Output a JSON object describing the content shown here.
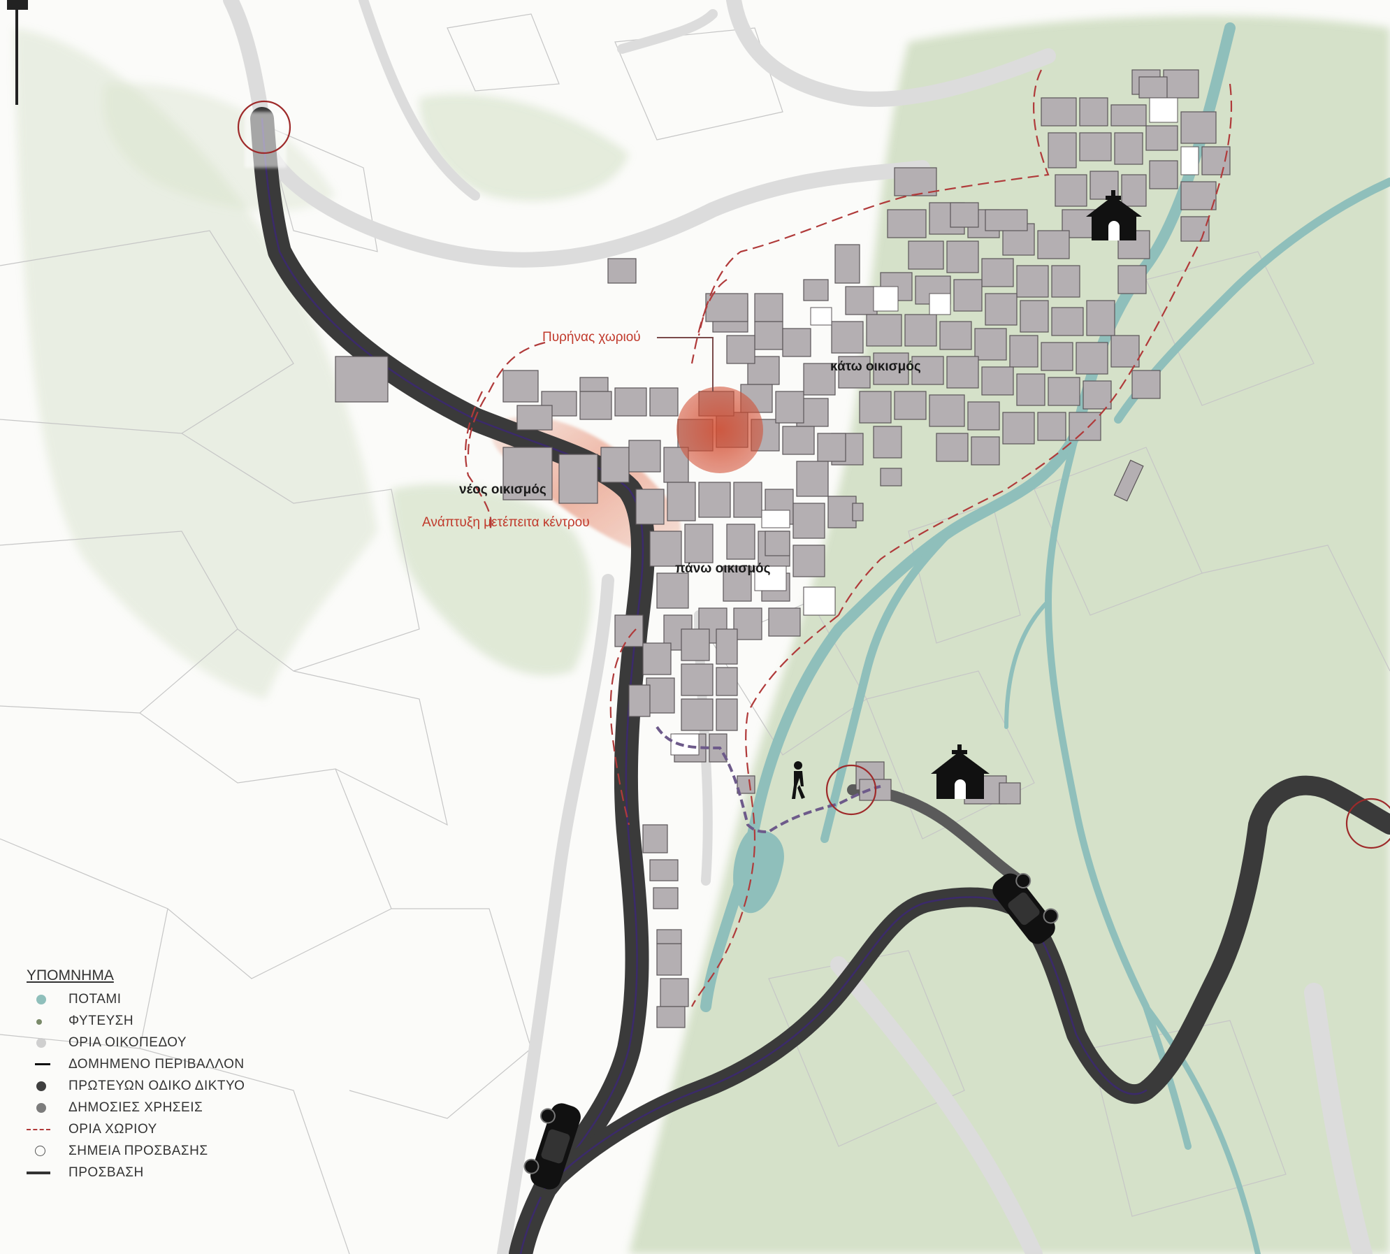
{
  "map": {
    "labels": {
      "lower_settlement": "κάτω οικισμός",
      "upper_settlement": "πάνω οικισμός",
      "new_settlement": "νέος οικισμός",
      "village_core": "Πυρήνας χωριού",
      "later_center": "Ανάπτυξη μετέπειτα κέντρου"
    },
    "icons": [
      "church-icon",
      "church-icon",
      "car-icon",
      "car-icon",
      "pedestrian-icon",
      "north-arrow-icon"
    ],
    "colors": {
      "river": "#8fbfbb",
      "vegetation": "#c8d8b8",
      "buildings": "#b4afb2",
      "main_road": "#3a3a3a",
      "road_center": "#3b2a6b",
      "village_boundary": "#b03a3a",
      "core_highlight": "#d24a2e",
      "access_ring": "#9e2a2a"
    }
  },
  "legend": {
    "title": "ΥΠΟΜΝΗΜΑ",
    "items": [
      {
        "label": "ΠΟΤΑΜΙ",
        "symbol": "dot",
        "color": "#8fbfbb"
      },
      {
        "label": "ΦΥΤΕΥΣΗ",
        "symbol": "vegetation",
        "color": "#7a8a6a"
      },
      {
        "label": "ΟΡΙΑ ΟΙΚΟΠΕΔΟΥ",
        "symbol": "dot",
        "color": "#cfcfcf"
      },
      {
        "label": "ΔΟΜΗΜΕΝΟ ΠΕΡΙΒΑΛΛΟΝ",
        "symbol": "line",
        "color": "#111111"
      },
      {
        "label": "ΠΡΩΤΕΥΩΝ ΟΔΙΚΟ ΔΙΚΤΥΟ",
        "symbol": "dot",
        "color": "#3f3f3f"
      },
      {
        "label": "ΔΗΜΟΣΙΕΣ ΧΡΗΣΕΙΣ",
        "symbol": "dot",
        "color": "#7c7c7c"
      },
      {
        "label": "ΟΡΙΑ ΧΩΡΙΟΥ",
        "symbol": "dash",
        "color": "#b03a3a"
      },
      {
        "label": "ΣΗΜΕΙΑ ΠΡΟΣΒΑΣΗΣ",
        "symbol": "ring",
        "color": "#555555"
      },
      {
        "label": "ΠΡΟΣΒΑΣΗ",
        "symbol": "access",
        "color": "#333333"
      }
    ]
  }
}
